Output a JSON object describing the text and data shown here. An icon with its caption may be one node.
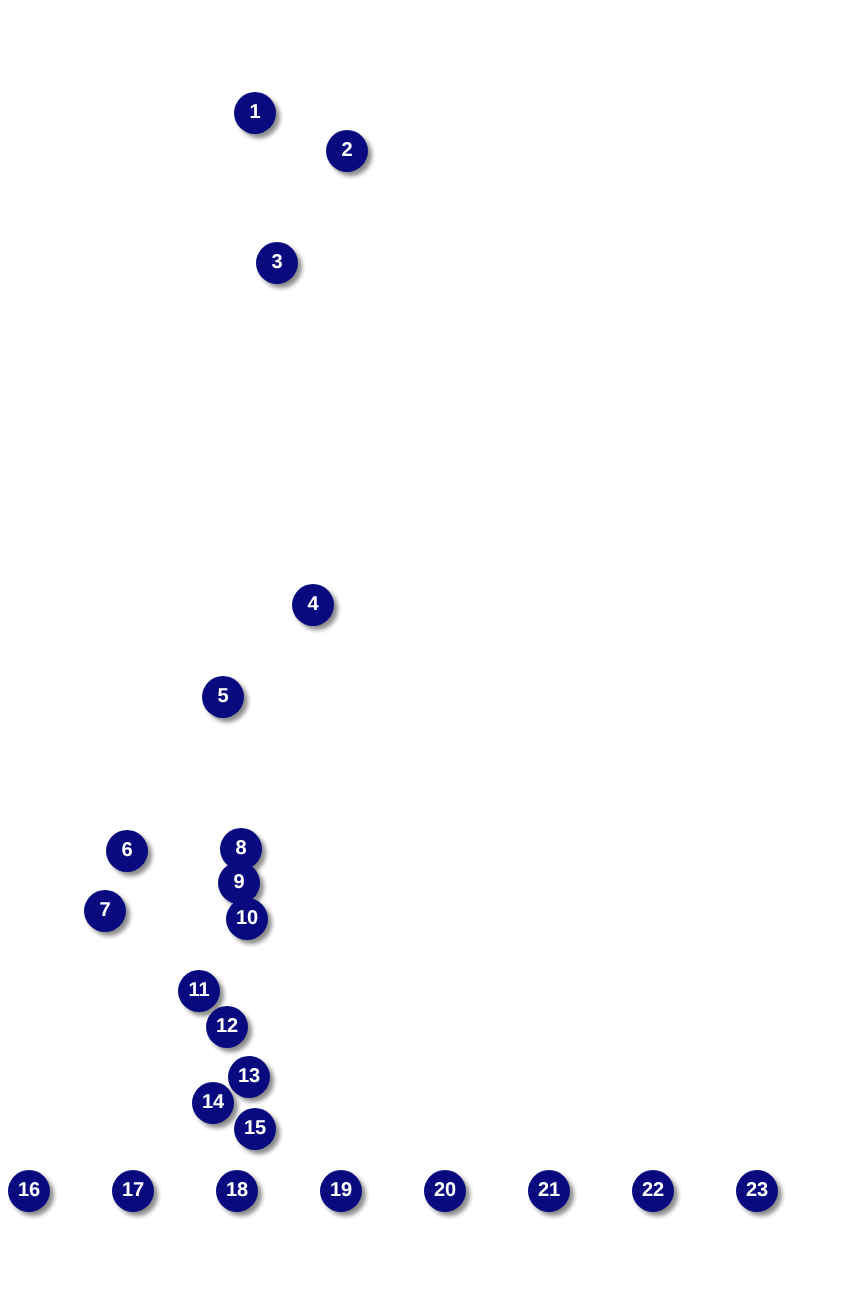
{
  "diagram": {
    "labels": [
      "1",
      "2",
      "3",
      "4",
      "5",
      "6",
      "7",
      "8",
      "9",
      "10",
      "11",
      "12",
      "13",
      "14",
      "15",
      "16",
      "17",
      "18",
      "19",
      "20",
      "21",
      "22",
      "23"
    ]
  }
}
